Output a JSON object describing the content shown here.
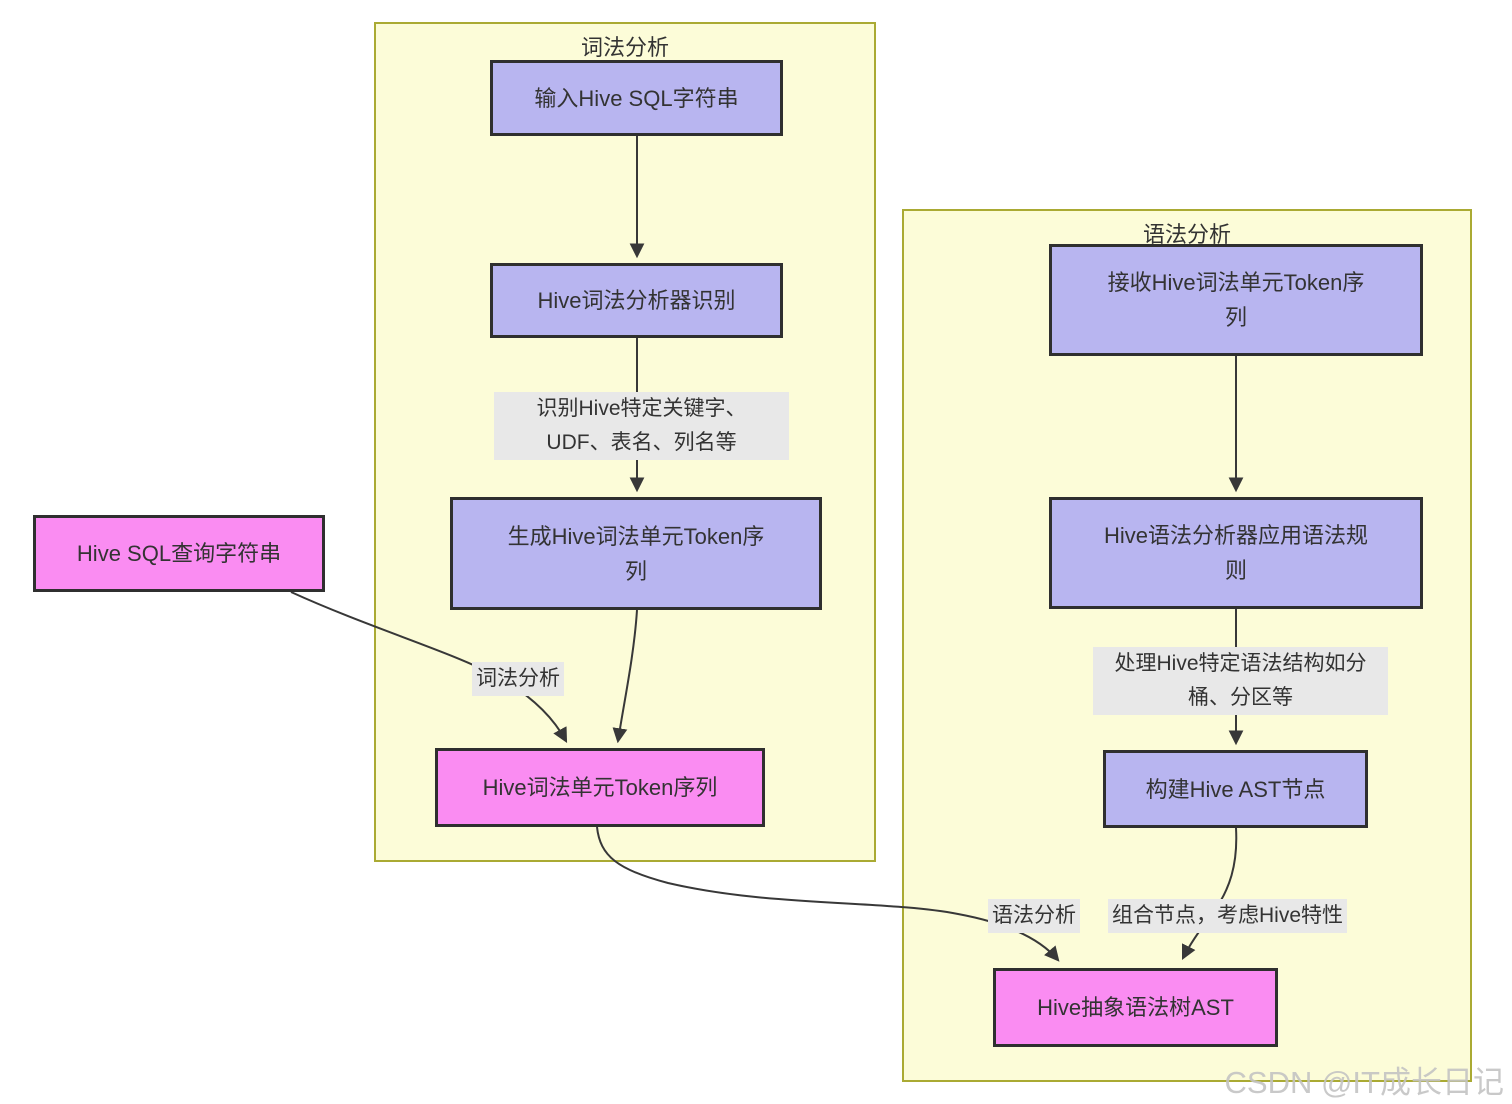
{
  "groups": {
    "lexical": {
      "title": "词法分析"
    },
    "syntax": {
      "title": "语法分析"
    }
  },
  "nodes": {
    "input_sql": {
      "label": "输入Hive SQL字符串"
    },
    "lexer_recognize": {
      "label": "Hive词法分析器识别"
    },
    "generate_tokens": {
      "label": "生成Hive词法单元Token序\n列"
    },
    "token_sequence": {
      "label": "Hive词法单元Token序列"
    },
    "hive_sql_query": {
      "label": "Hive SQL查询字符串"
    },
    "receive_tokens": {
      "label": "接收Hive词法单元Token序\n列"
    },
    "apply_grammar": {
      "label": "Hive语法分析器应用语法规\n则"
    },
    "build_ast_node": {
      "label": "构建Hive AST节点"
    },
    "hive_ast": {
      "label": "Hive抽象语法树AST"
    }
  },
  "edge_labels": {
    "recognize_detail": "识别Hive特定关键字、\nUDF、表名、列名等",
    "lexical_step": "词法分析",
    "handle_syntax": "处理Hive特定语法结构如分\n桶、分区等",
    "syntax_step": "语法分析",
    "combine_nodes": "组合节点，考虑Hive特性"
  },
  "watermark": "CSDN @IT成长日记",
  "colors": {
    "process_node_fill": "#b8b5f0",
    "data_node_fill": "#fa8cf2",
    "group_fill": "#fcfcd8",
    "group_border": "#aaaa33",
    "edge_label_fill": "#e8e8e8",
    "edge_stroke": "#383838",
    "node_border": "#2f2f2f"
  }
}
